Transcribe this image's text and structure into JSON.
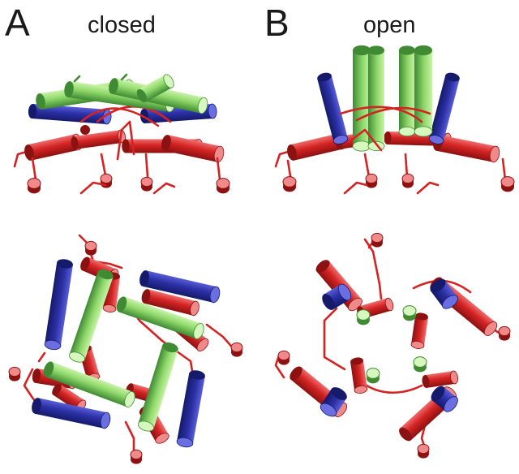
{
  "panels": [
    {
      "letter": "A",
      "title": "closed"
    },
    {
      "letter": "B",
      "title": "open"
    }
  ],
  "colors": {
    "red": "#d42323",
    "red_dark": "#8c1111",
    "blue": "#2b30a6",
    "blue_dark": "#151a6a",
    "green": "#8fd86a",
    "green_dark": "#3f8a33"
  }
}
